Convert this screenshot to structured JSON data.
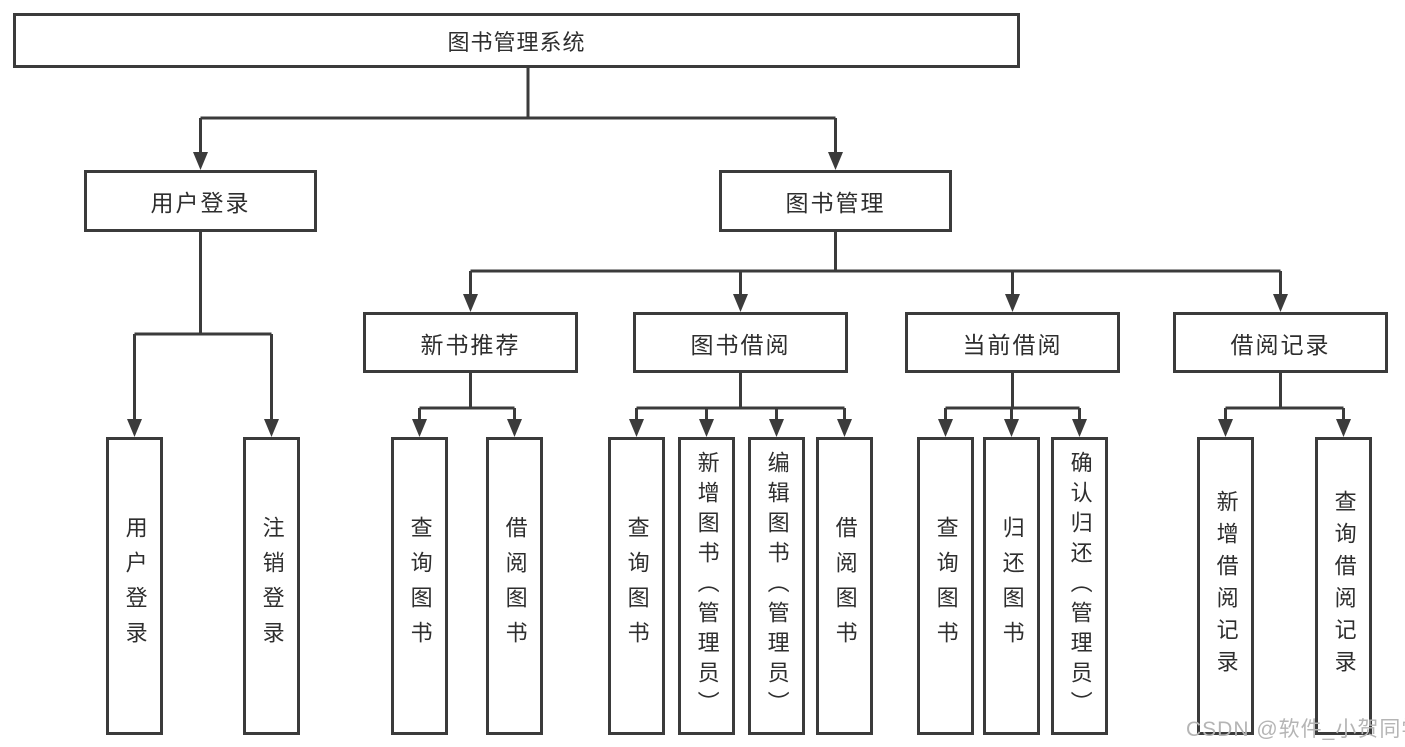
{
  "diagram": {
    "root": {
      "label": "图书管理系统"
    },
    "branches": [
      {
        "label": "用户登录",
        "children": [
          {
            "label": "用户登录"
          },
          {
            "label": "注销登录"
          }
        ]
      },
      {
        "label": "图书管理",
        "children": [
          {
            "label": "新书推荐",
            "children": [
              {
                "label": "查询图书"
              },
              {
                "label": "借阅图书"
              }
            ]
          },
          {
            "label": "图书借阅",
            "children": [
              {
                "label": "查询图书"
              },
              {
                "label": "新增图书（管理员）"
              },
              {
                "label": "编辑图书（管理员）"
              },
              {
                "label": "借阅图书"
              }
            ]
          },
          {
            "label": "当前借阅",
            "children": [
              {
                "label": "查询图书"
              },
              {
                "label": "归还图书"
              },
              {
                "label": "确认归还（管理员）"
              }
            ]
          },
          {
            "label": "借阅记录",
            "children": [
              {
                "label": "新增借阅记录"
              },
              {
                "label": "查询借阅记录"
              }
            ]
          }
        ]
      }
    ]
  },
  "watermark": {
    "text": "CSDN @软件_小贺同学"
  },
  "colors": {
    "line": "#3b3b3b",
    "text": "#2e2e2e",
    "box_fill": "#ffffff",
    "background": "#ffffff",
    "watermark": "#b5b5b5"
  }
}
